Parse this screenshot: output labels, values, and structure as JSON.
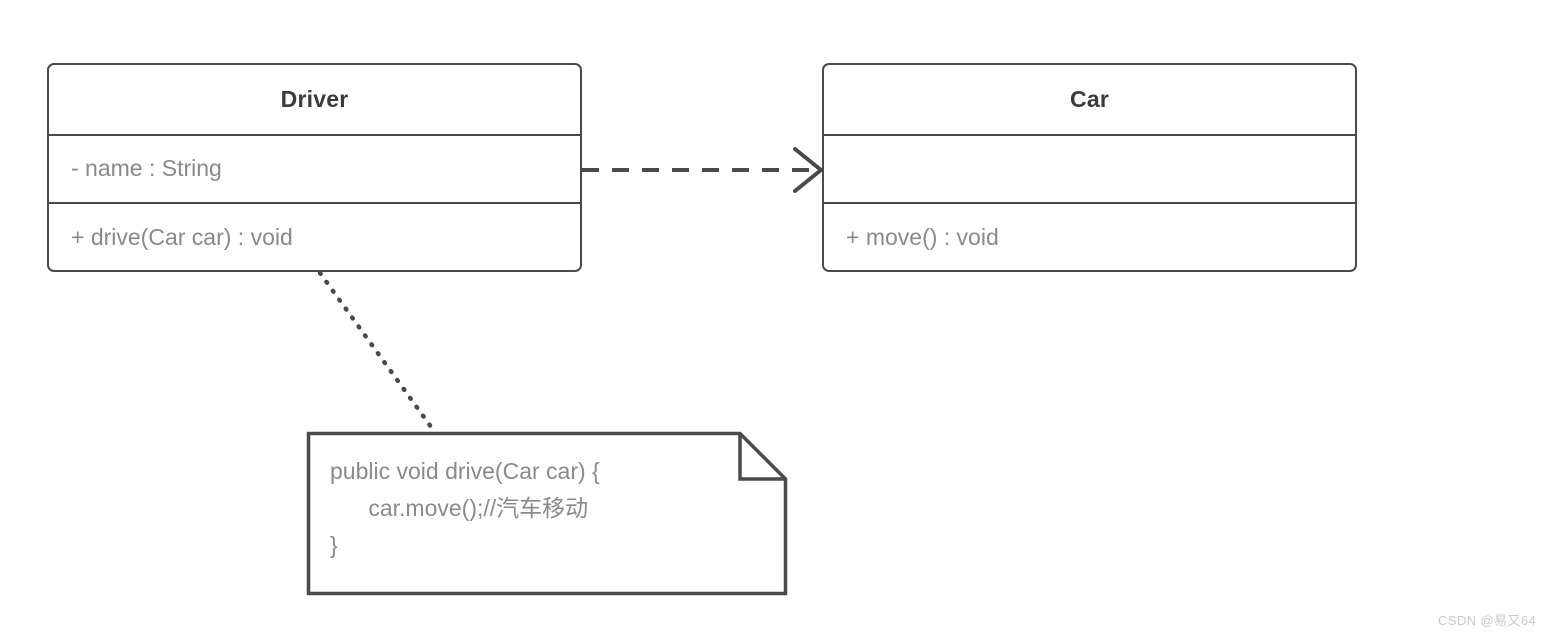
{
  "diagram": {
    "type": "uml-class-diagram",
    "stroke_color": "#4a4a4a",
    "title_color": "#3b3b3b",
    "member_color": "#8a8a8a",
    "background": "#ffffff",
    "classes": [
      {
        "id": "driver",
        "name": "Driver",
        "attributes": [
          "- name : String"
        ],
        "methods": [
          "+ drive(Car car) : void"
        ]
      },
      {
        "id": "car",
        "name": "Car",
        "attributes": [],
        "methods": [
          "+ move() : void"
        ]
      }
    ],
    "relations": [
      {
        "id": "dependency",
        "from": "driver",
        "to": "car",
        "kind": "dependency",
        "line_style": "dashed",
        "arrowhead": "open"
      },
      {
        "id": "note-anchor",
        "from": "driver",
        "to": "note",
        "kind": "note-link",
        "line_style": "dotted",
        "arrowhead": "none"
      }
    ],
    "note": {
      "id": "note",
      "lines": [
        "public void drive(Car car) {",
        "      car.move();//汽车移动",
        "}"
      ]
    }
  },
  "watermark": {
    "text": "CSDN @易又64"
  }
}
